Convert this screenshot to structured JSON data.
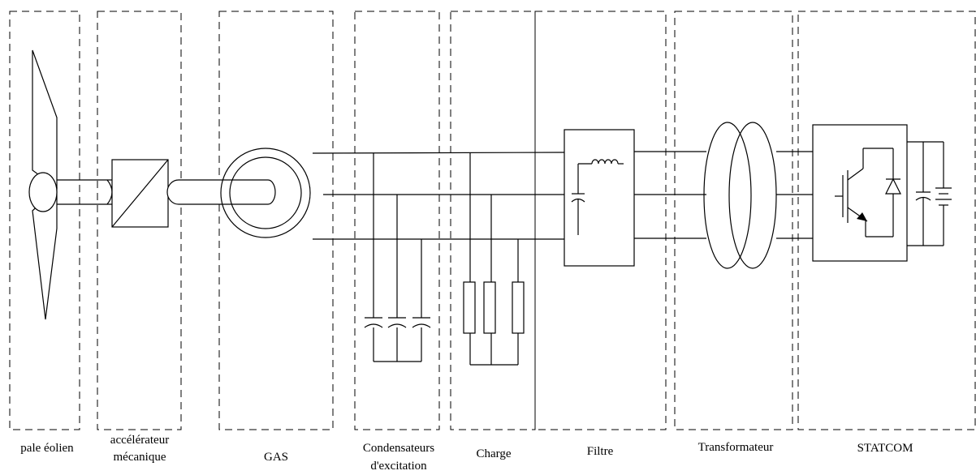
{
  "labels": {
    "pale": "pale éolien",
    "acc_line1": "accélérateur",
    "acc_line2": "mécanique",
    "gas": "GAS",
    "cond_line1": "Condensateurs",
    "cond_line2": "d'excitation",
    "charge": "Charge",
    "filtre": "Filtre",
    "transfo": "Transformateur",
    "statcom": "STATCOM"
  },
  "components": {
    "blade": "wind-blade-icon",
    "gearbox": "gearbox-icon",
    "generator": "asynchronous-generator-icon",
    "capacitor_bank": "capacitor-bank-icon",
    "load": "resistive-load-icon",
    "filter": "lc-filter-icon",
    "transformer": "transformer-icon",
    "statcom": "igbt-converter-icon"
  }
}
